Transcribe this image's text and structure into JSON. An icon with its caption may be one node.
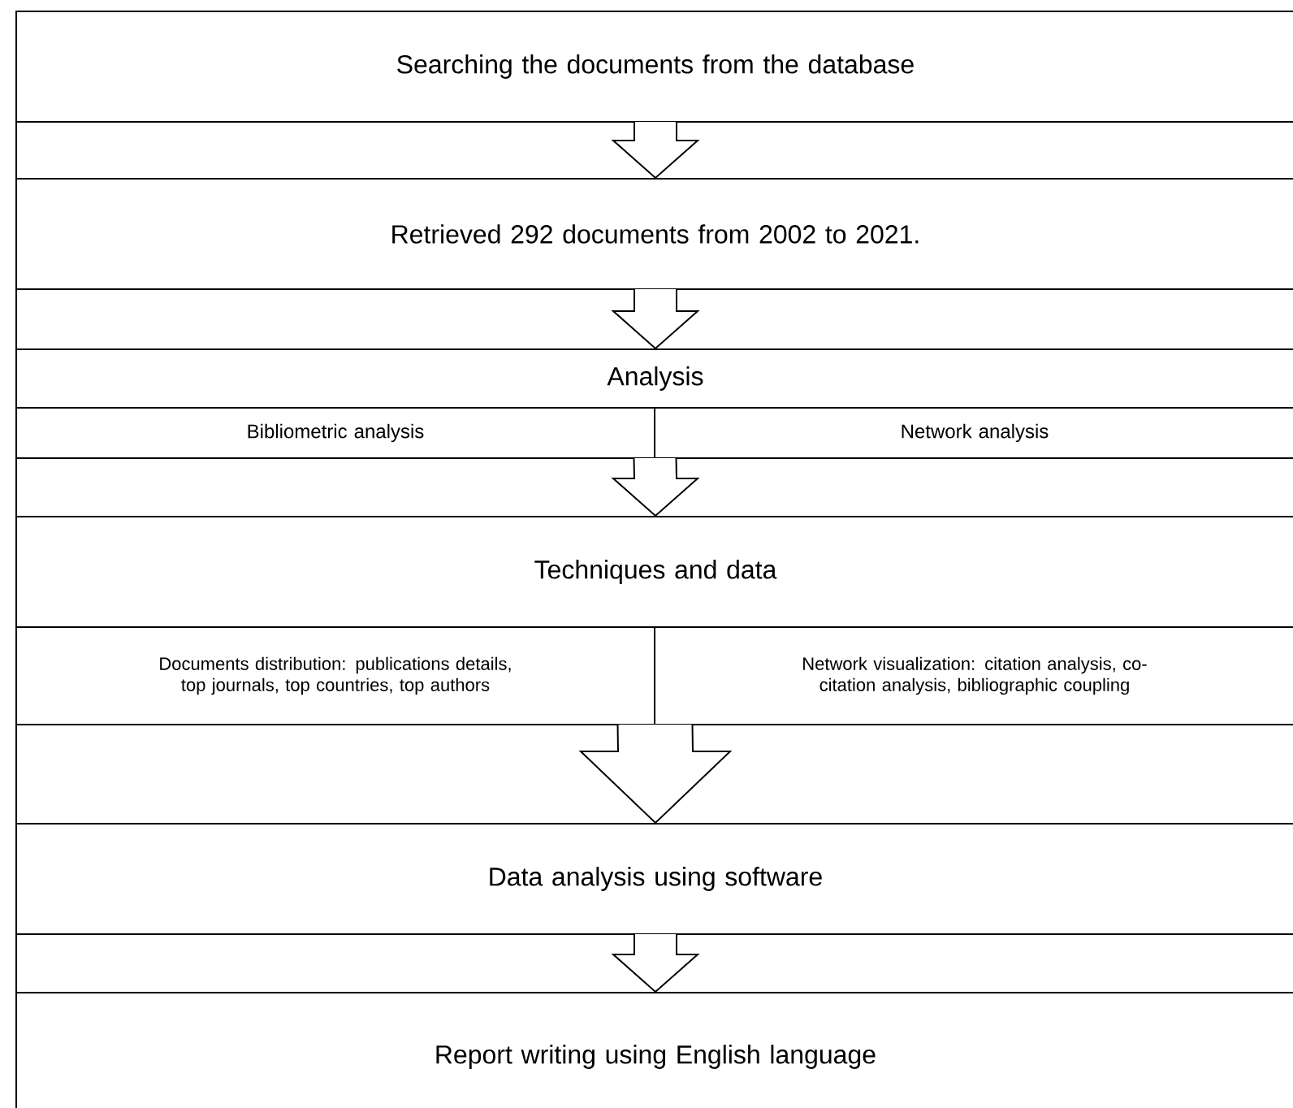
{
  "diagram": {
    "nodes": [
      {
        "text": [
          "Searching the documents from the database"
        ]
      },
      {
        "text": [
          "Retrieved 292 documents from 2002 to 2021."
        ]
      },
      {
        "text": [
          "Analysis"
        ]
      },
      {
        "text": [
          "Bibliometric analysis"
        ]
      },
      {
        "text": [
          "Network analysis"
        ]
      },
      {
        "text": [
          "Techniques and data"
        ]
      },
      {
        "text": [
          "Documents distribution: publications details, top journals, top countries, top authors"
        ]
      },
      {
        "text": [
          "Network visualization: citation analysis, co-citation analysis, bibliographic coupling"
        ]
      },
      {
        "text": [
          "Data analysis using software"
        ]
      },
      {
        "text": [
          "Report writing using English language"
        ]
      }
    ],
    "edges": [
      {
        "from": 0,
        "to": 1,
        "arrow": "to"
      },
      {
        "from": 1,
        "to": 2,
        "arrow": "to"
      },
      {
        "from": 3,
        "to": 5,
        "arrow": "to"
      },
      {
        "from": 4,
        "to": 5,
        "arrow": "to"
      },
      {
        "from": 6,
        "to": 8,
        "arrow": "to"
      },
      {
        "from": 7,
        "to": 8,
        "arrow": "to"
      },
      {
        "from": 8,
        "to": 9,
        "arrow": "to"
      }
    ]
  }
}
